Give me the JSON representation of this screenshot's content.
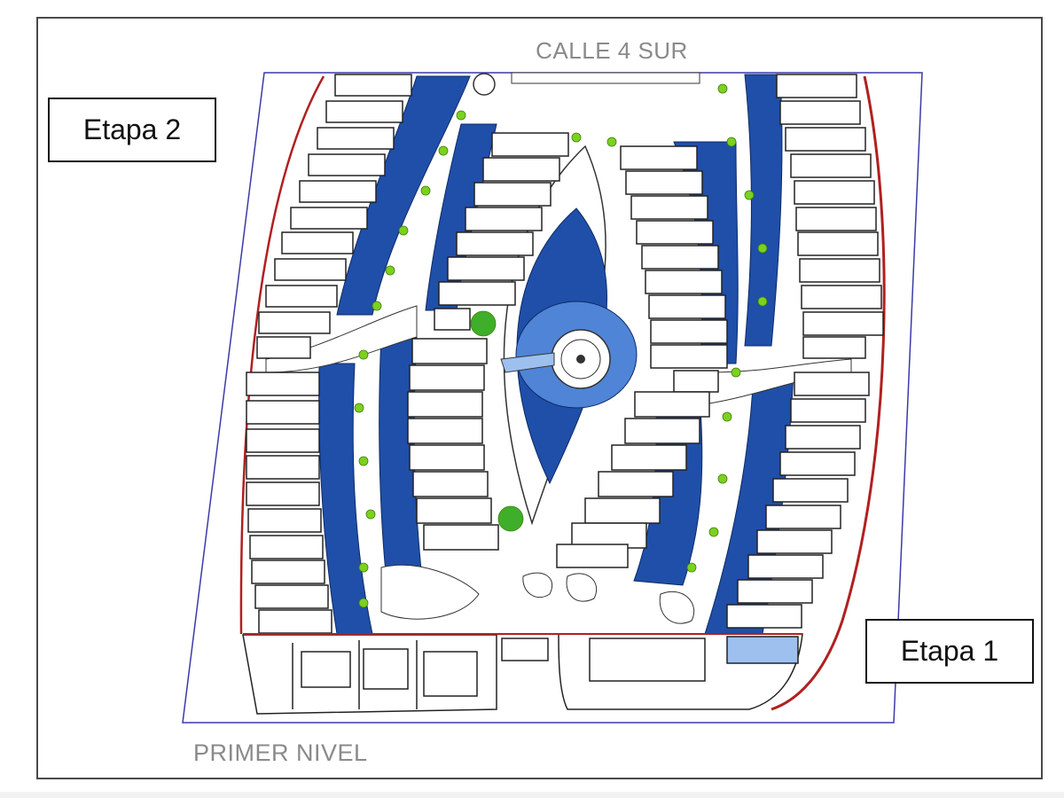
{
  "labels": {
    "street": "CALLE 4 SUR",
    "level": "PRIMER NIVEL",
    "stage_2": "Etapa 2",
    "stage_1": "Etapa 1"
  },
  "colors": {
    "water": "#1f4fa8",
    "water_light": "#4f84d6",
    "greenery": "#7cd11f",
    "unit_outline": "#222222",
    "unit_accent": "#2e8b3a",
    "site_boundary": "#3a3aa8",
    "perimeter_wall": "#b02020",
    "label_gray": "#8a8a8a"
  },
  "icons": [
    "tree-icon",
    "fountain-icon",
    "roundabout-icon"
  ]
}
